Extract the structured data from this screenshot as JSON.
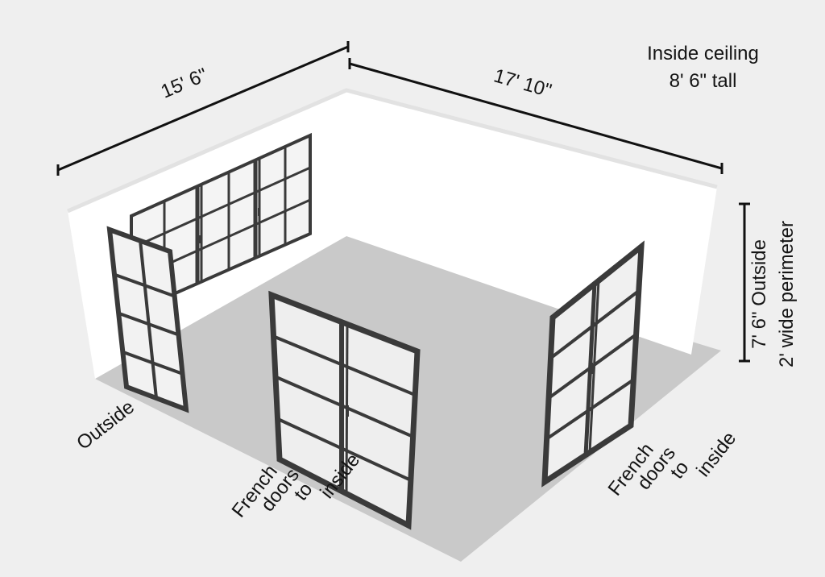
{
  "labels": {
    "left_wall_length": "15' 6\"",
    "back_wall_length": "17' 10\"",
    "ceiling_line1": "Inside ceiling",
    "ceiling_line2": "8' 6\" tall",
    "outside_height_line1": "7' 6\" Outside",
    "outside_height_line2": "2' wide perimeter",
    "outside": "Outside",
    "french_left": [
      "French",
      "doors",
      "to",
      "inside"
    ],
    "french_right": [
      "French",
      "doors",
      "to",
      "inside"
    ]
  },
  "colors": {
    "background": "#efefef",
    "wall": "#ffffff",
    "wall_top_edge": "#e4e4e4",
    "floor": "#c7c7c7",
    "frame": "#3a3a3a",
    "glass": "#e6e6e6",
    "dimension_line": "#111111",
    "text": "#141414"
  }
}
